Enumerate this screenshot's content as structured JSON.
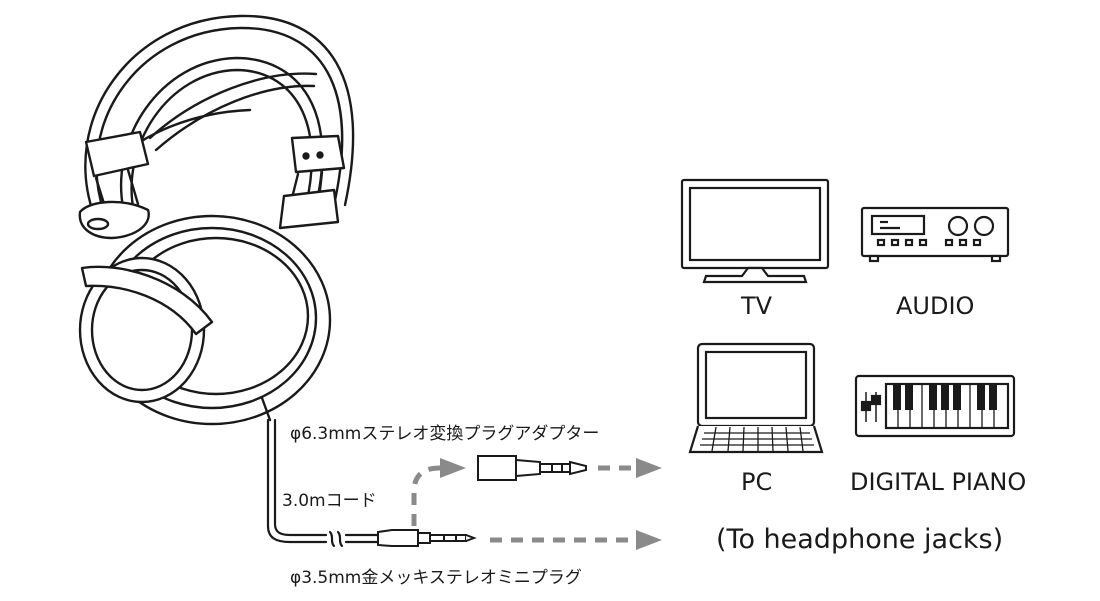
{
  "labels": {
    "tv": "TV",
    "audio": "AUDIO",
    "pc": "PC",
    "digital_piano": "DIGITAL PIANO",
    "to_headphone_jacks": "(To headphone jacks)",
    "adapter": "φ6.3mmステレオ変換プラグアダプター",
    "cord": "3.0mコード",
    "mini_plug": "φ3.5mm金メッキステレオミニプラグ"
  },
  "colors": {
    "line": "#1a1a1a",
    "arrow": "#8a8a8a",
    "background": "#ffffff"
  },
  "icons": {
    "headphones": "headphones-icon",
    "tv": "tv-icon",
    "audio": "audio-amplifier-icon",
    "pc": "laptop-icon",
    "piano": "keyboard-piano-icon",
    "adapter": "plug-adapter-icon",
    "mini_plug": "mini-plug-icon"
  }
}
